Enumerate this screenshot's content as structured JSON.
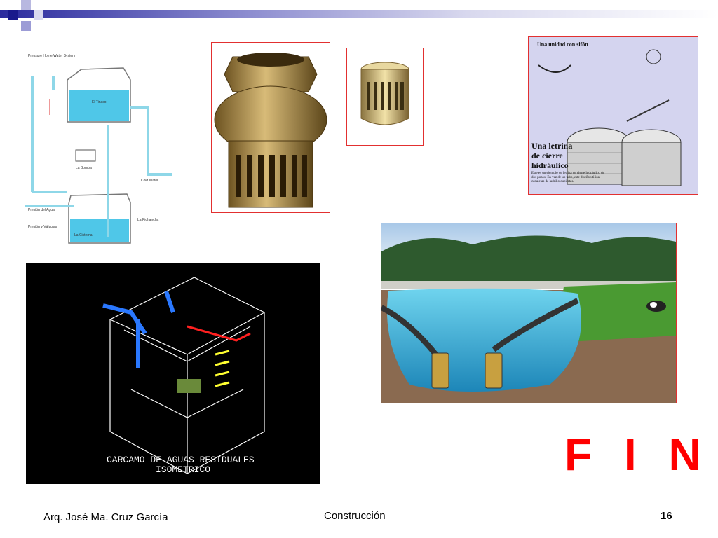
{
  "slide": {
    "fin": "F I N",
    "footer": {
      "author": "Arq. José Ma. Cruz García",
      "center": "Construcción",
      "page": "16"
    }
  },
  "diagram_plumbing": {
    "title": "Pressure Home Water System",
    "labels": [
      "El Tinaco",
      "La Bomba",
      "La Cisterna",
      "Presión del Agua",
      "Cold Water",
      "Presión y Válvulas",
      "La Pichancha"
    ]
  },
  "latrine": {
    "title": "Una unidad con sifón",
    "heading": "Una letrina de cierre hidráulico",
    "body": "Este es un ejemplo de letrina de cierre hidráulico de dos pozos. En vez de un tubo, este diseño utiliza canaletas de ladrillo cubiertas."
  },
  "cad": {
    "caption_line1": "CARCAMO DE AGUAS RESIDUALES",
    "caption_line2": "ISOMETRICO"
  },
  "colors": {
    "accent": "#ff0000",
    "bar_dark": "#2b2b9e",
    "bar_light": "#8e8ed0",
    "frame_border": "#e23030",
    "cad_bg": "#000000"
  }
}
